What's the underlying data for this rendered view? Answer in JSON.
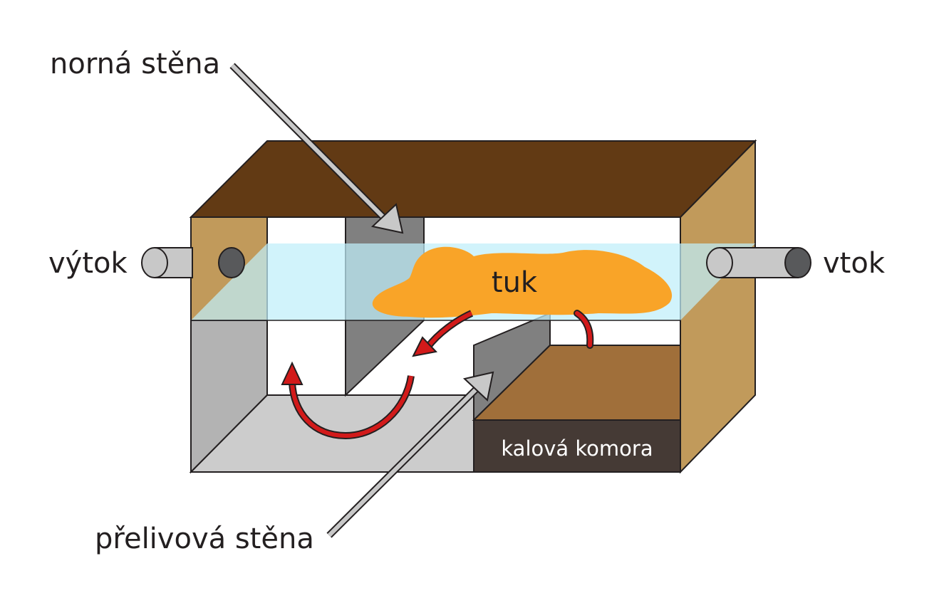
{
  "labels": {
    "baffle_wall": "norná stěna",
    "outlet": "výtok",
    "inlet": "vtok",
    "grease": "tuk",
    "overflow_wall": "přelivová stěna",
    "sludge_chamber": "kalová komora"
  },
  "colors": {
    "lid": "#623a14",
    "side_wall": "#c19a5b",
    "water": "#bfeff9",
    "grease": "#f9a428",
    "sludge": "#a06f3a",
    "sludge_front": "#453a35",
    "wall_dark": "#808080",
    "wall_light": "#b3b3b3",
    "floor": "#cccccc",
    "flow_arrow": "#d21a1a",
    "pointer_arrow": "#c8c8c8",
    "outline": "#231f20"
  }
}
